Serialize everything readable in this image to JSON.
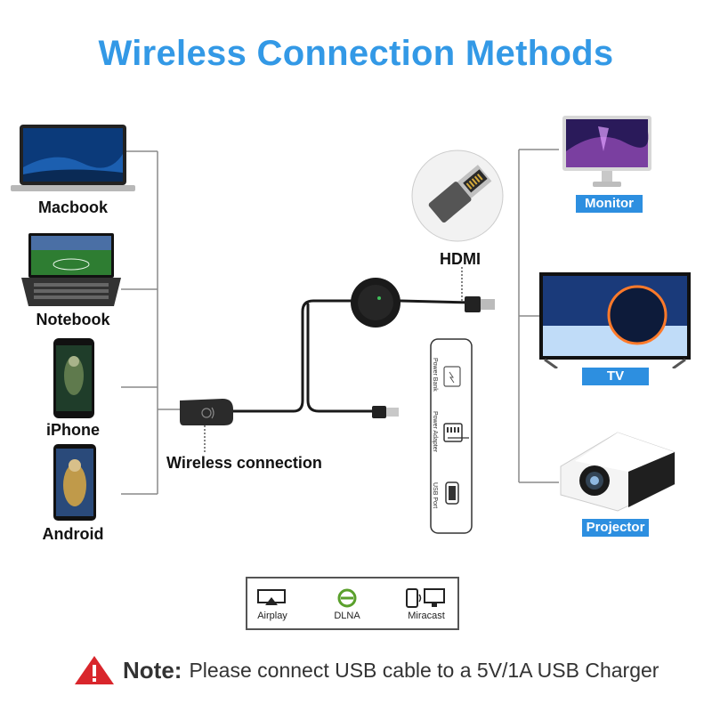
{
  "title": "Wireless Connection Methods",
  "sources": [
    {
      "label": "Macbook",
      "icon": "laptop-icon"
    },
    {
      "label": "Notebook",
      "icon": "notebook-icon"
    },
    {
      "label": "iPhone",
      "icon": "phone-icon"
    },
    {
      "label": "Android",
      "icon": "phone-icon"
    }
  ],
  "center": {
    "hdmi_label": "HDMI",
    "wireless_label": "Wireless connection",
    "ports": [
      "Power Bank",
      "Power Adapter",
      "USB Port"
    ]
  },
  "outputs": [
    {
      "label": "Monitor",
      "icon": "monitor-icon"
    },
    {
      "label": "TV",
      "icon": "tv-icon"
    },
    {
      "label": "Projector",
      "icon": "projector-icon"
    }
  ],
  "protocols": [
    {
      "label": "Airplay",
      "icon": "airplay-icon"
    },
    {
      "label": "DLNA",
      "icon": "dlna-icon"
    },
    {
      "label": "Miracast",
      "icon": "miracast-icon"
    }
  ],
  "note": {
    "strong": "Note:",
    "text": "Please connect USB cable to a 5V/1A USB Charger"
  },
  "colors": {
    "title": "#3399e6",
    "label_bg": "#2d8fe0",
    "warning": "#d9262c",
    "line": "#8a8a8a"
  }
}
